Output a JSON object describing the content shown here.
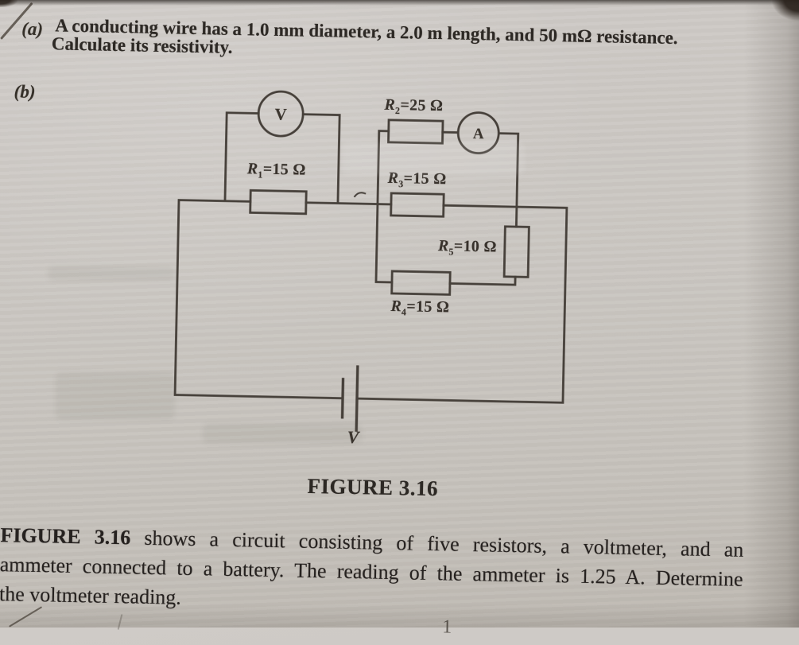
{
  "colors": {
    "paper": "#cbc7c2",
    "ink": "#2d2925",
    "wire": "#46403a"
  },
  "question_a": {
    "label": "(a)",
    "line1": "A conducting wire has a 1.0 mm diameter, a 2.0 m length, and 50 mΩ resistance.",
    "line2": "Calculate its resistivity."
  },
  "figure": {
    "part_label": "(b)",
    "caption": "FIGURE 3.16",
    "voltmeter_letter": "V",
    "ammeter_letter": "A",
    "battery_label": "V",
    "resistors": {
      "r1": {
        "sym": "R",
        "sub": "1",
        "val": "=15 Ω"
      },
      "r2": {
        "sym": "R",
        "sub": "2",
        "val": "=25 Ω"
      },
      "r3": {
        "sym": "R",
        "sub": "3",
        "val": "=15 Ω"
      },
      "r4": {
        "sym": "R",
        "sub": "4",
        "val": "=15 Ω"
      },
      "r5": {
        "sym": "R",
        "sub": "5",
        "val": "=10 Ω"
      }
    }
  },
  "paragraph": {
    "line1_bold": "FIGURE 3.16",
    "line1_rest": " shows a circuit consisting of five resistors, a voltmeter, and an",
    "line2": "ammeter connected to a battery. The reading of the ammeter is 1.25 A. Determine",
    "line3": "the voltmeter reading."
  },
  "page_number": "1"
}
